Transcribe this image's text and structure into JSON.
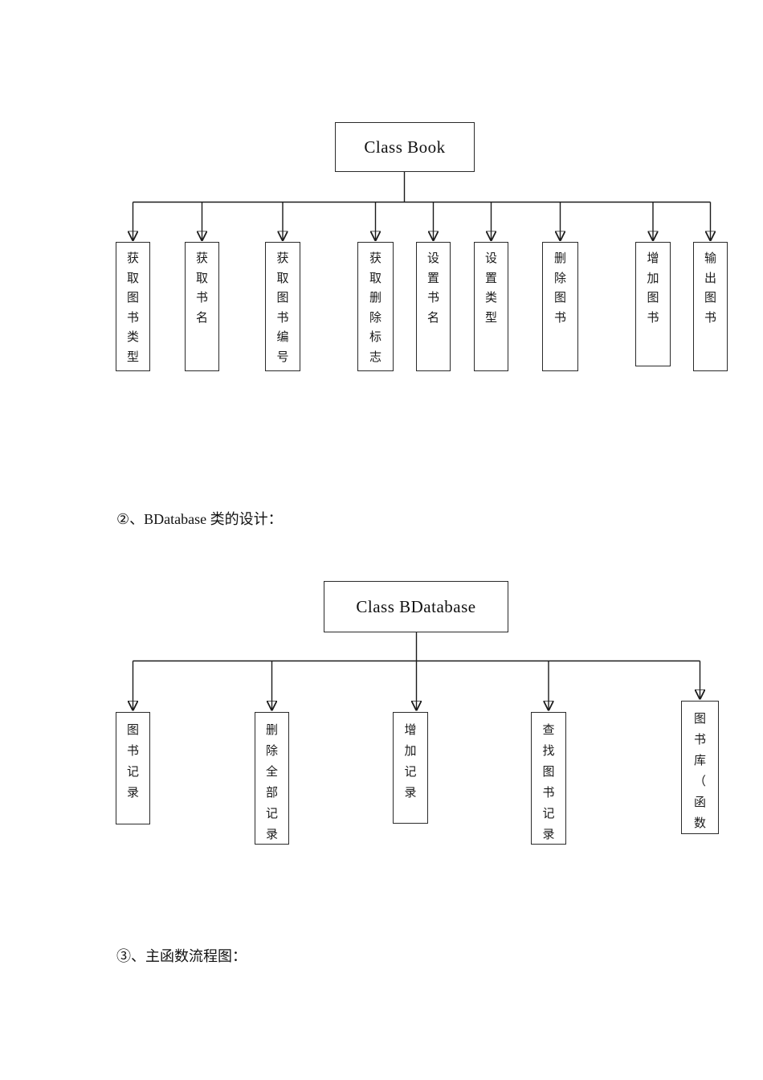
{
  "sections": {
    "bdatabase_heading": "②、BDatabase 类的设计：",
    "main_flow_heading": "③、主函数流程图："
  },
  "class_book_diagram": {
    "root_label": "Class Book",
    "members": [
      "获取图书类型",
      "获取书名",
      "获取图书编号",
      "获取删除标志",
      "设置书名",
      "设置类型",
      "删除图书",
      "增加图书",
      "输出图书"
    ]
  },
  "bdatabase_diagram": {
    "root_label": "Class BDatabase",
    "members": [
      "图书记录",
      "删除全部记录",
      "增加记录",
      "查找图书记录",
      "图书库（函数"
    ]
  },
  "colors": {
    "line": "#1a1a1a",
    "page_background": "#ffffff"
  }
}
